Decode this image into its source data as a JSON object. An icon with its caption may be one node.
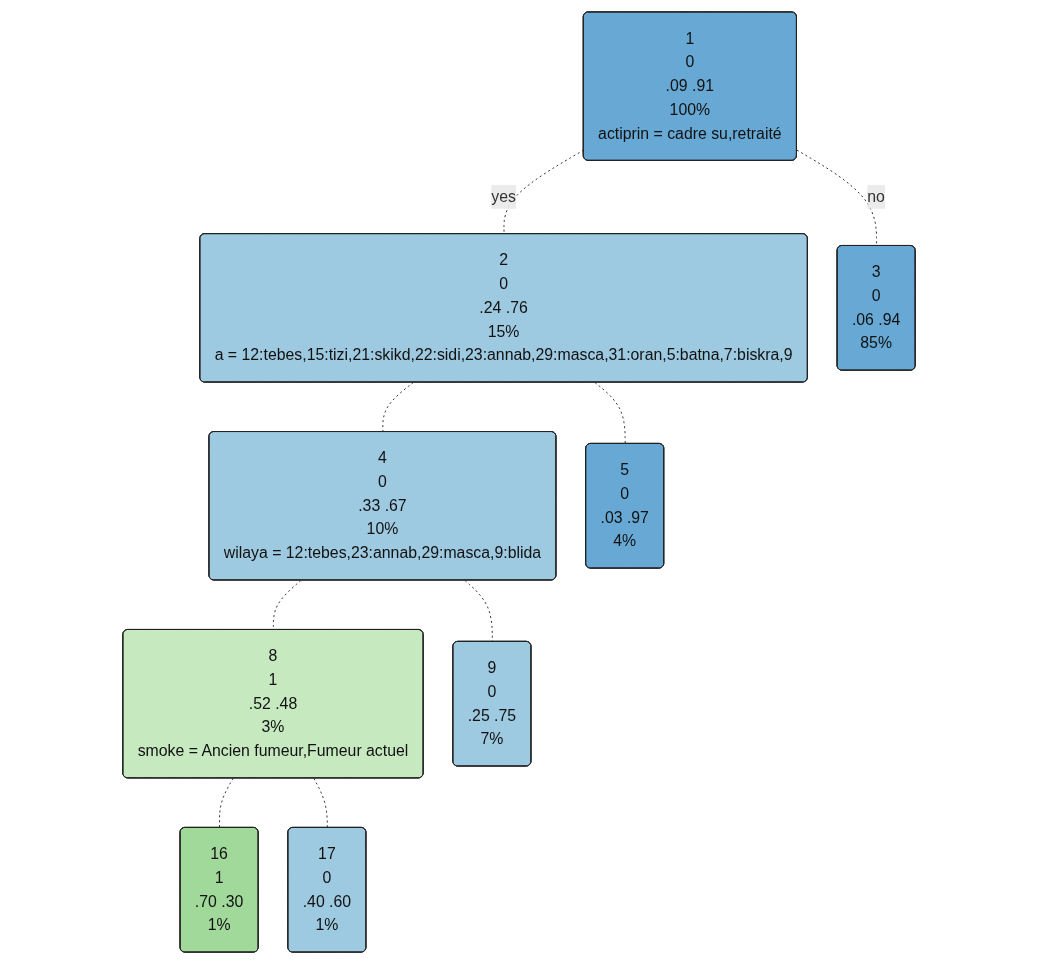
{
  "diagram": {
    "nodes": [
      {
        "text": [
          "1",
          "0",
          ".09 .91",
          "100%",
          "actiprin = cadre su,retraité"
        ]
      },
      {
        "text": [
          "2",
          "0",
          ".24 .76",
          "15%",
          "a = 12:tebes,15:tizi,21:skikd,22:sidi,23:annab,29:masca,31:oran,5:batna,7:biskra,9"
        ]
      },
      {
        "text": [
          "4",
          "0",
          ".33 .67",
          "10%",
          "wilaya = 12:tebes,23:annab,29:masca,9:blida"
        ]
      },
      {
        "text": [
          "8",
          "1",
          ".52 .48",
          "3%",
          "smoke = Ancien fumeur,Fumeur actuel"
        ]
      },
      {
        "text": [
          "16",
          "1",
          ".70 .30",
          "1%"
        ]
      },
      {
        "text": [
          "17",
          "0",
          ".40 .60",
          "1%"
        ]
      },
      {
        "text": [
          "9",
          "0",
          ".25 .75",
          "7%"
        ]
      },
      {
        "text": [
          "5",
          "0",
          ".03 .97",
          "4%"
        ]
      },
      {
        "text": [
          "3",
          "0",
          ".06 .94",
          "85%"
        ]
      }
    ],
    "edges": [
      {
        "from": 0,
        "to": 1,
        "arrow": "none",
        "label": "yes",
        "style": "dashed"
      },
      {
        "from": 0,
        "to": 8,
        "arrow": "none",
        "label": "no",
        "style": "dashed"
      },
      {
        "from": 1,
        "to": 2,
        "arrow": "none",
        "style": "dashed"
      },
      {
        "from": 1,
        "to": 7,
        "arrow": "none",
        "style": "dashed"
      },
      {
        "from": 2,
        "to": 3,
        "arrow": "none",
        "style": "dashed"
      },
      {
        "from": 2,
        "to": 6,
        "arrow": "none",
        "style": "dashed"
      },
      {
        "from": 3,
        "to": 4,
        "arrow": "none",
        "style": "dashed"
      },
      {
        "from": 3,
        "to": 5,
        "arrow": "none",
        "style": "dashed"
      }
    ]
  }
}
